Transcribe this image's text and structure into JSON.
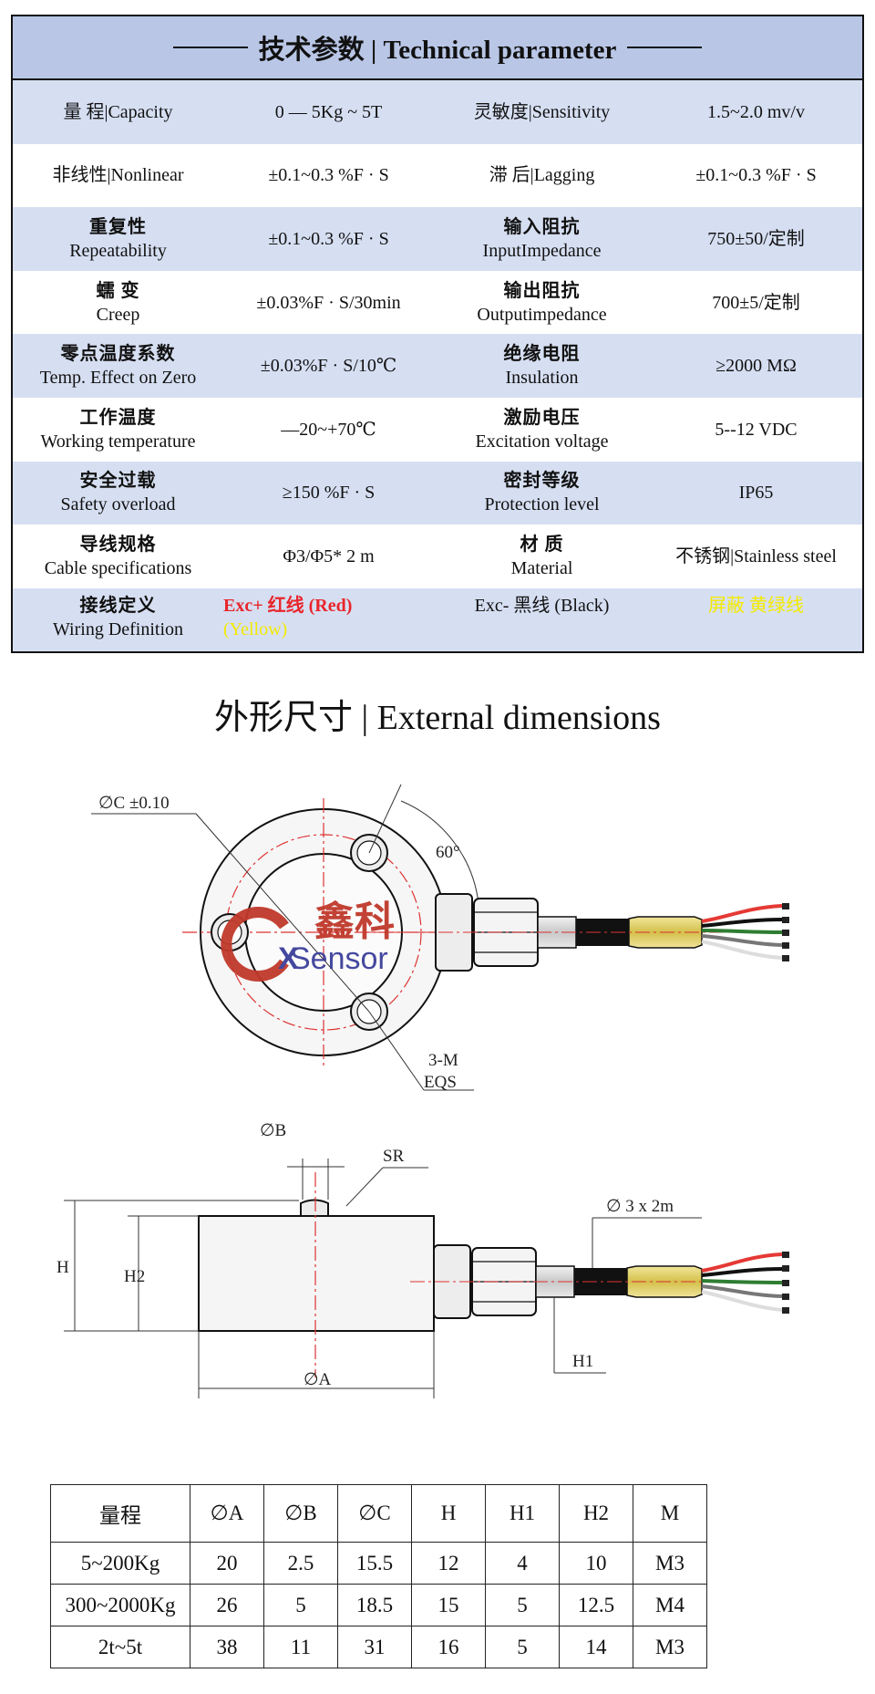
{
  "tech": {
    "title": "技术参数 | Technical parameter",
    "rows": [
      {
        "c1": [
          "量 程|Capacity"
        ],
        "c2": "0 — 5Kg ~ 5T",
        "c3": [
          "灵敏度|Sensitivity"
        ],
        "c4": "1.5~2.0 mv/v"
      },
      {
        "c1": [
          "非线性|Nonlinear"
        ],
        "c2": "±0.1~0.3 %F · S",
        "c3": [
          "滞 后|Lagging"
        ],
        "c4": "±0.1~0.3 %F · S"
      },
      {
        "c1": [
          "重复性",
          "Repeatability"
        ],
        "c2": "±0.1~0.3 %F · S",
        "c3": [
          "输入阻抗",
          "InputImpedance"
        ],
        "c4": "750±50/定制"
      },
      {
        "c1": [
          "蠕 变",
          "Creep"
        ],
        "c2": "±0.03%F · S/30min",
        "c3": [
          "输出阻抗",
          "Outputimpedance"
        ],
        "c4": "700±5/定制"
      },
      {
        "c1": [
          "零点温度系数",
          "Temp. Effect on Zero"
        ],
        "c2": "±0.03%F · S/10℃",
        "c3": [
          "绝缘电阻",
          "Insulation"
        ],
        "c4": "≥2000 MΩ"
      },
      {
        "c1": [
          "工作温度",
          "Working temperature"
        ],
        "c2": "—20~+70℃",
        "c3": [
          "激励电压",
          "Excitation voltage"
        ],
        "c4": "5--12 VDC"
      },
      {
        "c1": [
          "安全过载",
          "Safety overload"
        ],
        "c2": "≥150 %F · S",
        "c3": [
          "密封等级",
          "Protection level"
        ],
        "c4": "IP65"
      },
      {
        "c1": [
          "导线规格",
          "Cable specifications"
        ],
        "c2": "Φ3/Φ5* 2 m",
        "c3": [
          "材 质",
          "Material"
        ],
        "c4": "不锈钢|Stainless steel"
      }
    ],
    "wiring": {
      "label_cn": "接线定义",
      "label_en": "Wiring Definition",
      "exc_plus": "Exc+ 红线 (Red)",
      "exc_minus": "Exc- 黑线 (Black)",
      "shield": "屏蔽 黄绿线",
      "shield_en": "(Yellow)",
      "red_color": "#e8262c",
      "yellow_color": "#f4ea00"
    }
  },
  "dimensions": {
    "title": "外形尺寸 | External dimensions",
    "top_view": {
      "phi_c_label": "∅C ±0.10",
      "angle_label": "60°",
      "hole_label_1": "3-M",
      "hole_label_2": "EQS",
      "brand_cn": "鑫科",
      "brand_en": "Sensor",
      "brand_letters": "CX"
    },
    "side_view": {
      "phi_b_label": "∅B",
      "sr_label": "SR",
      "cable_label": "∅ 3 x 2m",
      "h_label": "H",
      "h2_label": "H2",
      "h1_label": "H1",
      "phi_a_label": "∅A"
    },
    "table": {
      "headers": [
        "量程",
        "∅A",
        "∅B",
        "∅C",
        "H",
        "H1",
        "H2",
        "M"
      ],
      "rows": [
        [
          "5~200Kg",
          "20",
          "2.5",
          "15.5",
          "12",
          "4",
          "10",
          "M3"
        ],
        [
          "300~2000Kg",
          "26",
          "5",
          "18.5",
          "15",
          "5",
          "12.5",
          "M4"
        ],
        [
          "2t~5t",
          "38",
          "11",
          "31",
          "16",
          "5",
          "14",
          "M3"
        ]
      ]
    }
  }
}
